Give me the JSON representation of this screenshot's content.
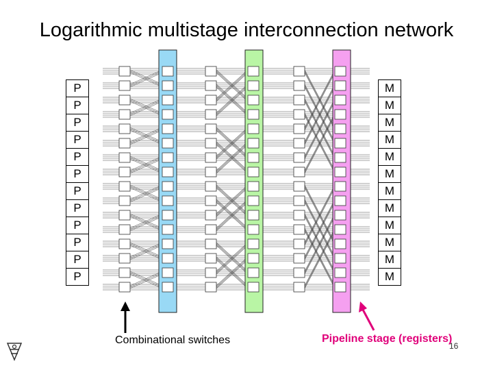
{
  "title": "Logarithmic multistage interconnection network",
  "processors": [
    "P",
    "P",
    "P",
    "P",
    "P",
    "P",
    "P",
    "P",
    "P",
    "P",
    "P",
    "P"
  ],
  "memories": [
    "M",
    "M",
    "M",
    "M",
    "M",
    "M",
    "M",
    "M",
    "M",
    "M",
    "M",
    "M"
  ],
  "labels": {
    "switches": "Combinational switches",
    "pipeline": "Pipeline stage (registers)"
  },
  "page_number": "16",
  "colors": {
    "stage1": "#99d9f5",
    "stage2": "#b9f5a5",
    "stage3": "#f5a0f0",
    "pipeline_label": "#e0007a",
    "arrow_pink": "#e0007a"
  },
  "icons": {
    "logo": "university-crest-icon"
  }
}
